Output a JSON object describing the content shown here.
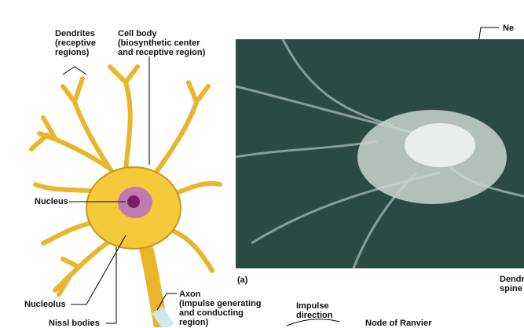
{
  "labels": {
    "dendrites": "Dendrites\n(receptive\nregions)",
    "cell_body": "Cell body\n(biosynthetic center\nand receptive region)",
    "nucleus": "Nucleus",
    "nucleolus": "Nucleolus",
    "nissl_bodies": "Nissl bodies",
    "axon": "Axon\n(impulse generating\nand conducting\nregion)",
    "impulse_direction": "Impulse\ndirection",
    "node_of_ranvier": "Node of Ranvier",
    "panel_a": "(a)",
    "neuron_cell_body_cut": "Ne",
    "dendritic_spine_cut": "Dendr\nspine"
  },
  "colors": {
    "neuron_fill": "#f4c93a",
    "neuron_edge": "#c9941a",
    "nucleus": "#a0368c",
    "micrograph_bg": "#2c4a44",
    "micrograph_cell": "#c9d6cf"
  }
}
